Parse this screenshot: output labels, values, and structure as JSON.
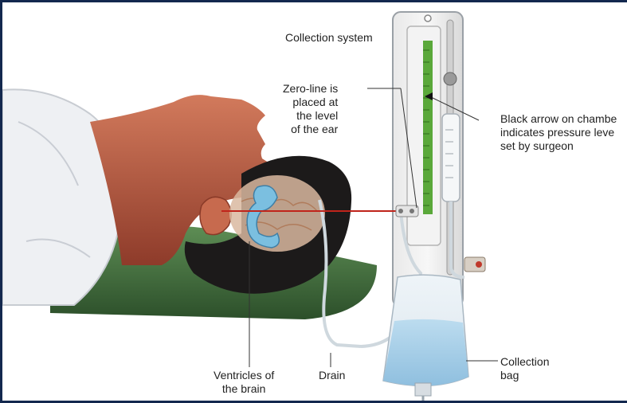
{
  "labels": {
    "collection_system": "Collection system",
    "zero_line": [
      "Zero-line is",
      "placed at",
      "the level",
      "of the ear"
    ],
    "black_arrow": [
      "Black arrow on chambe",
      "indicates pressure leve",
      "set by surgeon"
    ],
    "ventricles": [
      "Ventricles of",
      "the brain"
    ],
    "drain": "Drain",
    "collection_bag": [
      "Collection",
      "bag"
    ]
  },
  "colors": {
    "frame": "#13284e",
    "zero_line": "#c0241b",
    "scale_green": "#5aa83a",
    "bag_fluid": "#a9cfe8",
    "pillow": "#3e6e3a",
    "skin": "#b4523e",
    "hair": "#1c1a1a"
  },
  "icons": [
    "patient-figure",
    "ventricles-illustration",
    "pressure-scale",
    "collection-bag"
  ]
}
